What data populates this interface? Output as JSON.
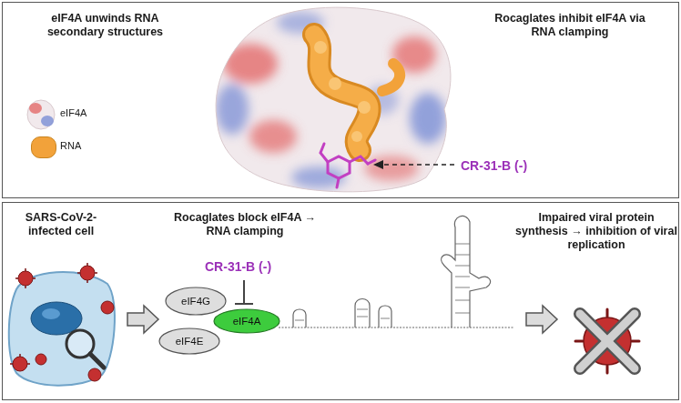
{
  "diagram": {
    "nodes": [
      {
        "text": [
          "eIF4A unwinds RNA secondary structures",
          "Rocaglates inhibit eIF4A via RNA clamping",
          "CR-31-B (-)"
        ]
      },
      {
        "text": [
          "SARS-CoV-2-infected cell",
          "Rocaglates block eIF4A → RNA clamping",
          "CR-31-B (-)",
          "Impaired viral protein synthesis → inhibition of viral replication"
        ]
      },
      {
        "text": [
          "eIF4G"
        ],
        "in": 1
      },
      {
        "text": [
          "eIF4A"
        ],
        "in": 1
      },
      {
        "text": [
          "eIF4E"
        ],
        "in": 1
      }
    ],
    "legend": [
      {
        "text": "eIF4A"
      },
      {
        "text": "RNA",
        "color": "#f2a23a"
      }
    ]
  }
}
